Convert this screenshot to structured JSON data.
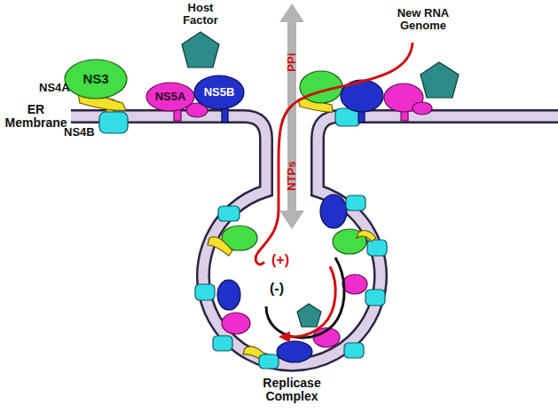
{
  "diagram": {
    "nodes": [
      {
        "text": [
          "NS3"
        ]
      },
      {
        "text": [
          "NS5A"
        ]
      },
      {
        "text": [
          "NS5B"
        ]
      }
    ],
    "labels": [
      "Host Factor",
      "NS4A",
      "NS4B",
      "ER Membrane",
      "New RNA Genome",
      "PPi",
      "NTPs",
      "(+)",
      "(-)",
      "Replicase Complex"
    ]
  }
}
